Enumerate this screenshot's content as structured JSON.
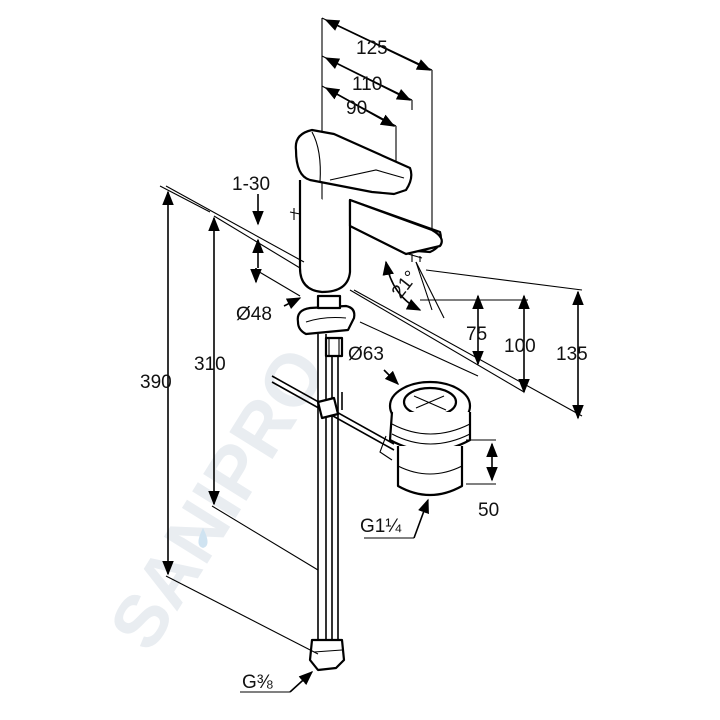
{
  "watermark": "SANIPRO",
  "dimensions": {
    "d125": "125",
    "d110": "110",
    "d90": "90",
    "d1_30": "1-30",
    "d390": "390",
    "d310": "310",
    "d48": "Ø48",
    "d21": "21°",
    "d75": "75",
    "d100": "100",
    "d135": "135",
    "d63": "Ø63",
    "d50": "50",
    "g114": "G1¼",
    "g38": "G⅜"
  },
  "colors": {
    "line": "#000000",
    "watermark": "#e9edf1",
    "drop": "#cfe3f1"
  }
}
